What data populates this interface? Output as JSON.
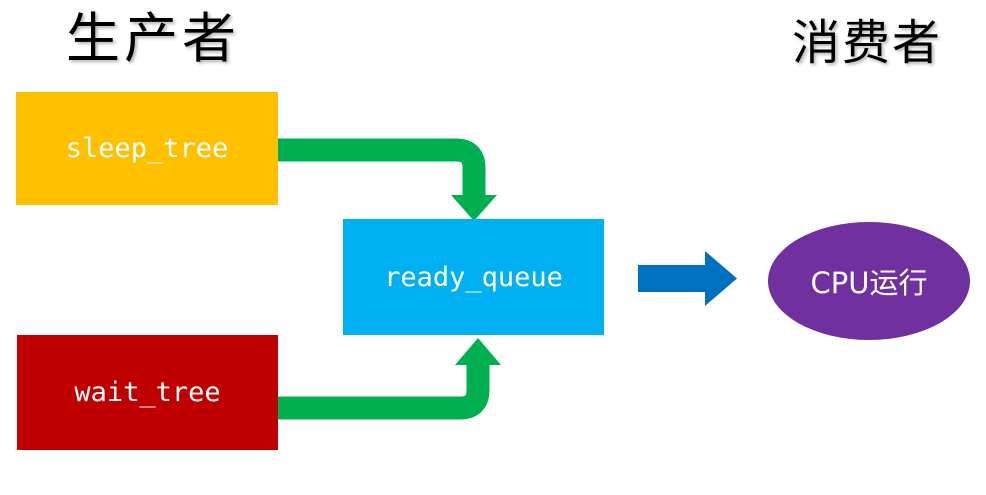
{
  "titles": {
    "producer": "生产者",
    "consumer": "消费者"
  },
  "nodes": {
    "sleep_tree": {
      "label": "sleep_tree",
      "color": "#FFC000",
      "shape": "rect"
    },
    "wait_tree": {
      "label": "wait_tree",
      "color": "#C00000",
      "shape": "rect"
    },
    "ready_queue": {
      "label": "ready_queue",
      "color": "#00B0F0",
      "shape": "rect"
    },
    "cpu": {
      "label": "CPU运行",
      "color": "#7030A0",
      "shape": "ellipse"
    }
  },
  "edges": [
    {
      "from": "sleep_tree",
      "to": "ready_queue",
      "color": "#00B050"
    },
    {
      "from": "wait_tree",
      "to": "ready_queue",
      "color": "#00B050"
    },
    {
      "from": "ready_queue",
      "to": "cpu",
      "color": "#0070C0"
    }
  ],
  "colors": {
    "green_arrow": "#00B050",
    "blue_arrow": "#0070C0",
    "node_text": "#FFFFFF",
    "title_text": "#000000",
    "background": "#FFFFFF"
  }
}
